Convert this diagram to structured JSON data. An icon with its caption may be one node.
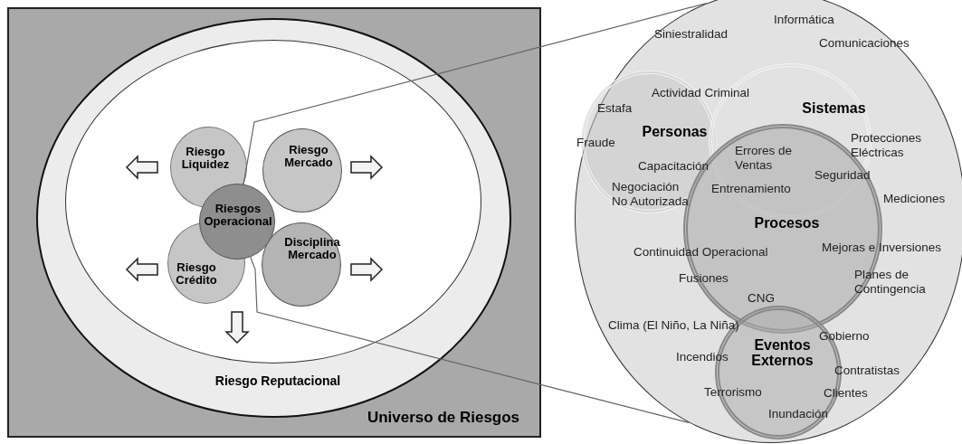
{
  "diagram": {
    "nodes": [
      {
        "text": [
          "Universo de Riesgos"
        ]
      },
      {
        "text": [
          "Riesgo Reputacional"
        ],
        "in": 0
      },
      {
        "text": [
          "Riesgo Liquidez"
        ],
        "in": 1
      },
      {
        "text": [
          "Riesgo Mercado"
        ],
        "in": 1
      },
      {
        "text": [
          "Riesgos Operacional"
        ],
        "in": 1
      },
      {
        "text": [
          "Riesgo Crédito"
        ],
        "in": 1
      },
      {
        "text": [
          "Disciplina Mercado"
        ],
        "in": 1
      },
      {
        "text": [],
        "shape": "circle"
      },
      {
        "text": [
          "Personas"
        ],
        "in": 7
      },
      {
        "text": [
          "Sistemas"
        ],
        "in": 7
      },
      {
        "text": [
          "Procesos"
        ],
        "in": 7
      },
      {
        "text": [
          "Eventos Externos"
        ],
        "in": 7
      }
    ],
    "edges": [
      {
        "from": 4,
        "to": 7,
        "arrow": "none"
      },
      {
        "from": 4,
        "to": 7,
        "arrow": "none"
      }
    ],
    "labels": [
      "Informática",
      "Siniestralidad",
      "Comunicaciones",
      "Actividad Criminal",
      "Estafa",
      "Fraude",
      "Protecciones Eléctricas",
      "Errores de Ventas",
      "Capacitación",
      "Seguridad",
      "Negociación No Autorizada",
      "Entrenamiento",
      "Mediciones",
      "Mejoras e Inversiones",
      "Continuidad Operacional",
      "Fusiones",
      "Planes de Contingencia",
      "CNG",
      "Clima (El Niño, La Niña)",
      "Gobierno",
      "Incendios",
      "Contratistas",
      "Terrorismo",
      "Clientes",
      "Inundación"
    ]
  }
}
